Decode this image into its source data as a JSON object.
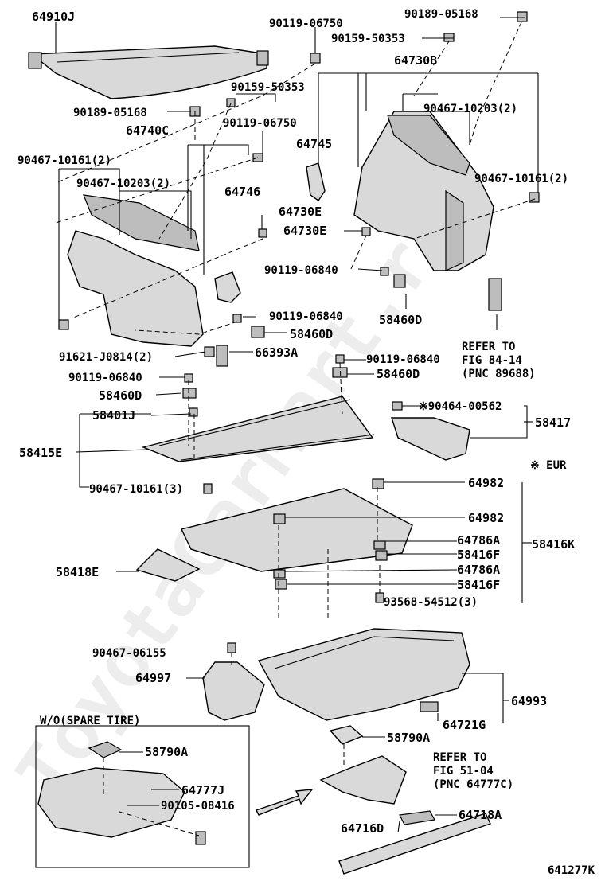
{
  "labels": {
    "l64910J": "64910J",
    "l90119_06750a": "90119-06750",
    "l90189_05168a": "90189-05168",
    "l90159_50353a": "90159-50353",
    "l64730B": "64730B",
    "l90159_50353b": "90159-50353",
    "l90189_05168b": "90189-05168",
    "l90467_10203a": "90467-10203(2)",
    "l64740C": "64740C",
    "l90119_06750b": "90119-06750",
    "l64745": "64745",
    "l90467_10161a": "90467-10161(2)",
    "l90467_10161b": "90467-10161(2)",
    "l90467_10203b": "90467-10203(2)",
    "l64746": "64746",
    "l64730E1": "64730E",
    "l64730E2": "64730E",
    "l90119_06840a": "90119-06840",
    "l58460Da": "58460D",
    "l90119_06840b": "90119-06840",
    "l58460Db": "58460D",
    "l91621": "91621-J0814(2)",
    "l66393A": "66393A",
    "l90119_06840c": "90119-06840",
    "l58460Dc": "58460D",
    "l90119_06840d": "90119-06840",
    "l58460Dd": "58460D",
    "l58401J": "58401J",
    "l90464": "※90464-00562",
    "l58417": "58417",
    "l58415E": "58415E",
    "lEUR": "※ EUR",
    "l90467_10161c": "90467-10161(3)",
    "l64982a": "64982",
    "l64982b": "64982",
    "l64786Aa": "64786A",
    "l58416K": "58416K",
    "l58416Fa": "58416F",
    "l58418E": "58418E",
    "l64786Ab": "64786A",
    "l58416Fb": "58416F",
    "l93568": "93568-54512(3)",
    "l90467_06155": "90467-06155",
    "l64997": "64997",
    "l64993": "64993",
    "l64721G": "64721G",
    "lWO": "W/O(SPARE TIRE)",
    "l58790Aa": "58790A",
    "l58790Ab": "58790A",
    "l64777J": "64777J",
    "l90105": "90105-08416",
    "l64716D": "64716D",
    "l64718A": "64718A",
    "footer": "641277K"
  },
  "refs": {
    "ref1_line1": "REFER TO",
    "ref1_line2": "FIG 84-14",
    "ref1_line3": "(PNC 89688)",
    "ref2_line1": "REFER TO",
    "ref2_line2": "FIG 51-04",
    "ref2_line3": "(PNC 64777C)"
  },
  "watermark": "ToyotaCarMart.ru"
}
